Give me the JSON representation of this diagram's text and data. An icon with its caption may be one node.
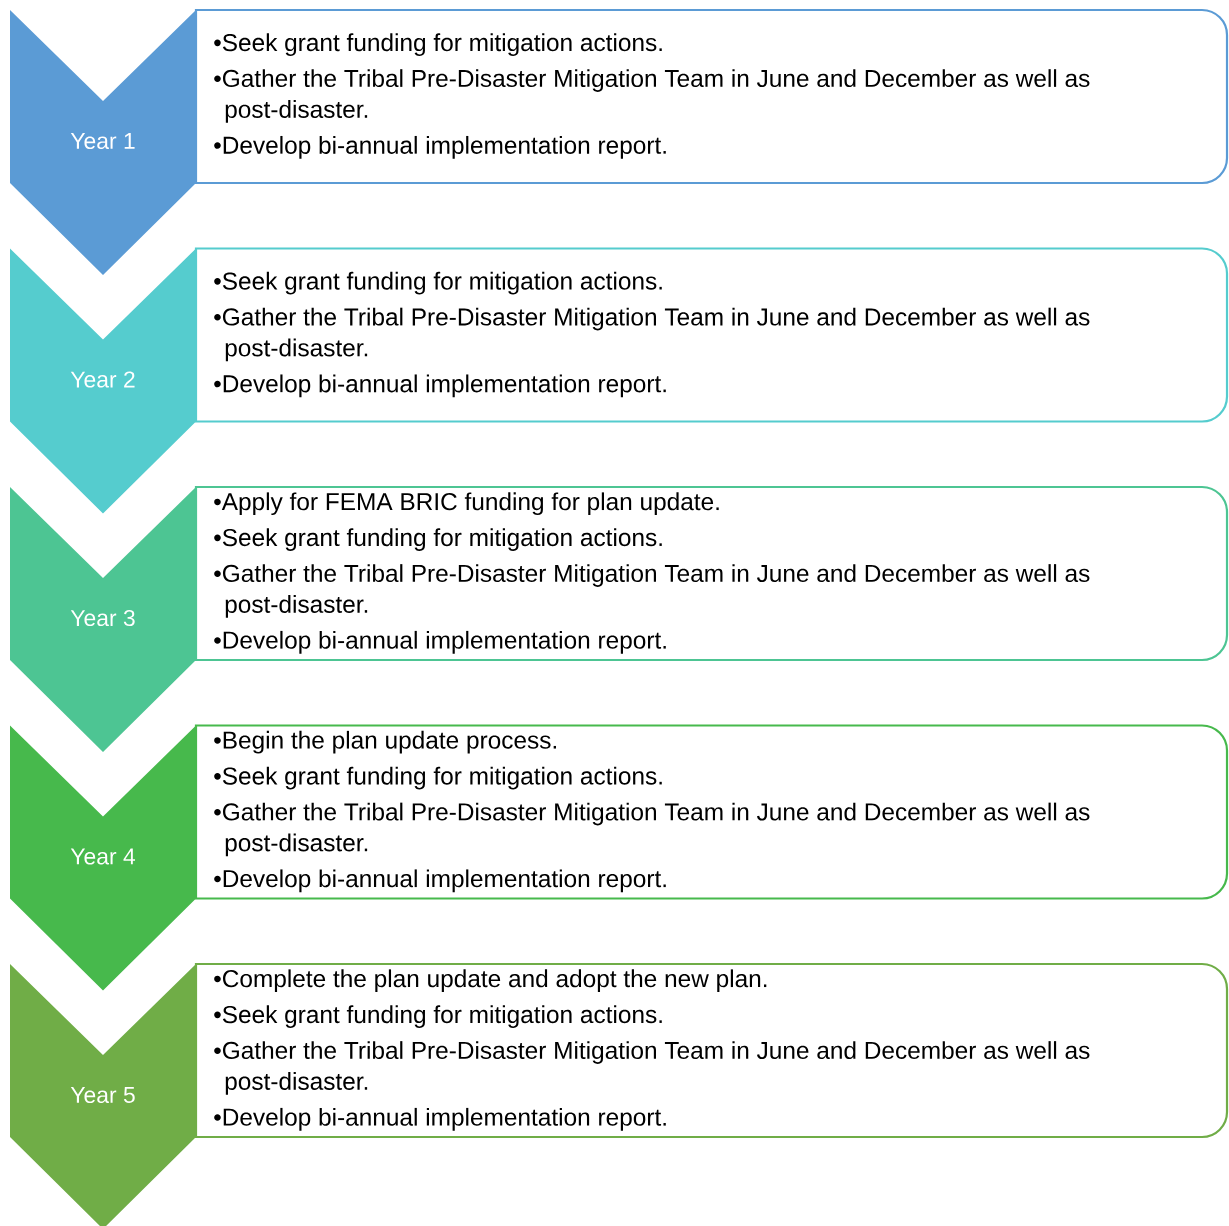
{
  "diagram": {
    "nodes": [
      {
        "text": [
          "Year 1"
        ]
      },
      {
        "text": [
          "•Seek grant funding for mitigation actions.",
          "•Gather the Tribal Pre-Disaster Mitigation Team in June and December as well as post-disaster.",
          "•Develop bi-annual implementation report."
        ]
      },
      {
        "text": [
          "Year 2"
        ]
      },
      {
        "text": [
          "•Seek grant funding for mitigation actions.",
          "•Gather the Tribal Pre-Disaster Mitigation Team in June and December as well as post-disaster.",
          "•Develop bi-annual implementation report."
        ]
      },
      {
        "text": [
          "Year 3"
        ]
      },
      {
        "text": [
          "•Apply for FEMA BRIC funding for plan update.",
          "•Seek grant funding for mitigation actions.",
          "•Gather the Tribal Pre-Disaster Mitigation Team in June and December as well as post-disaster.",
          "•Develop bi-annual implementation report."
        ]
      },
      {
        "text": [
          "Year 4"
        ]
      },
      {
        "text": [
          "•Begin the plan update process.",
          "•Seek grant funding for mitigation actions.",
          "•Gather the Tribal Pre-Disaster Mitigation Team in June and December as well as post-disaster.",
          "•Develop bi-annual implementation report."
        ]
      },
      {
        "text": [
          "Year 5"
        ]
      },
      {
        "text": [
          "•Complete the plan update and adopt the new plan.",
          "•Seek grant funding for mitigation actions.",
          "•Gather the Tribal Pre-Disaster Mitigation Team in June and December as well as post-disaster.",
          "•Develop bi-annual implementation report."
        ]
      }
    ],
    "edges": []
  }
}
